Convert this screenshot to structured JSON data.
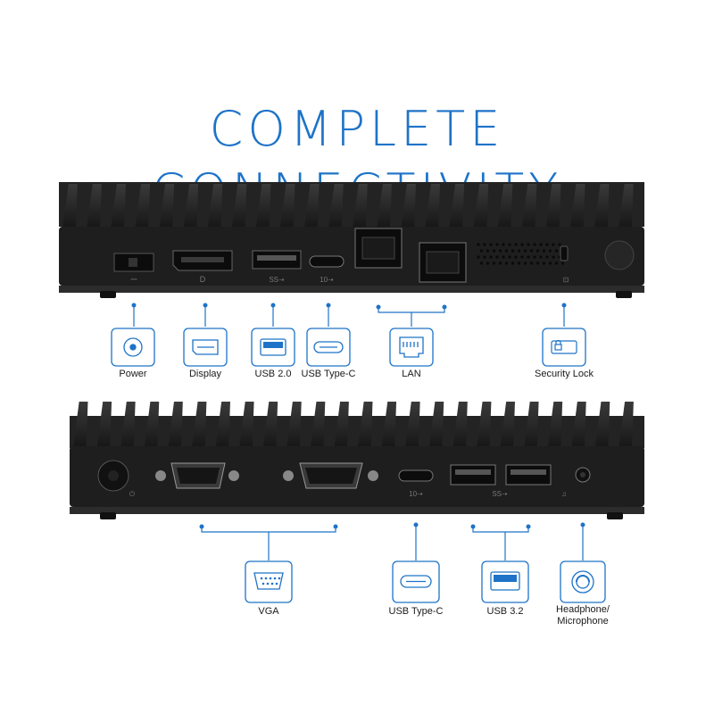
{
  "headline": "COMPLETE CONNECTIVITY",
  "colors": {
    "accent": "#1e73c8",
    "chassis": "#2a2a2a",
    "panel": "#1f1f1f"
  },
  "top_panel": {
    "ports": [
      {
        "id": "power",
        "label": "Power",
        "icon": "power-jack-icon"
      },
      {
        "id": "display",
        "label": "Display",
        "icon": "displayport-icon"
      },
      {
        "id": "usb2",
        "label": "USB 2.0",
        "icon": "usb-a-icon"
      },
      {
        "id": "usbc",
        "label": "USB Type-C",
        "icon": "usb-c-icon"
      },
      {
        "id": "lan",
        "label": "LAN",
        "icon": "ethernet-icon"
      },
      {
        "id": "lock",
        "label": "Security Lock",
        "icon": "security-lock-icon"
      }
    ]
  },
  "bottom_panel": {
    "ports": [
      {
        "id": "vga",
        "label": "VGA",
        "icon": "vga-icon"
      },
      {
        "id": "usbc2",
        "label": "USB Type-C",
        "icon": "usb-c-icon"
      },
      {
        "id": "usb32",
        "label": "USB 3.2",
        "icon": "usb-a-icon"
      },
      {
        "id": "audio",
        "label": "Headphone/ Microphone",
        "label_lines": [
          "Headphone/",
          "Microphone"
        ],
        "icon": "audio-jack-icon"
      }
    ]
  }
}
